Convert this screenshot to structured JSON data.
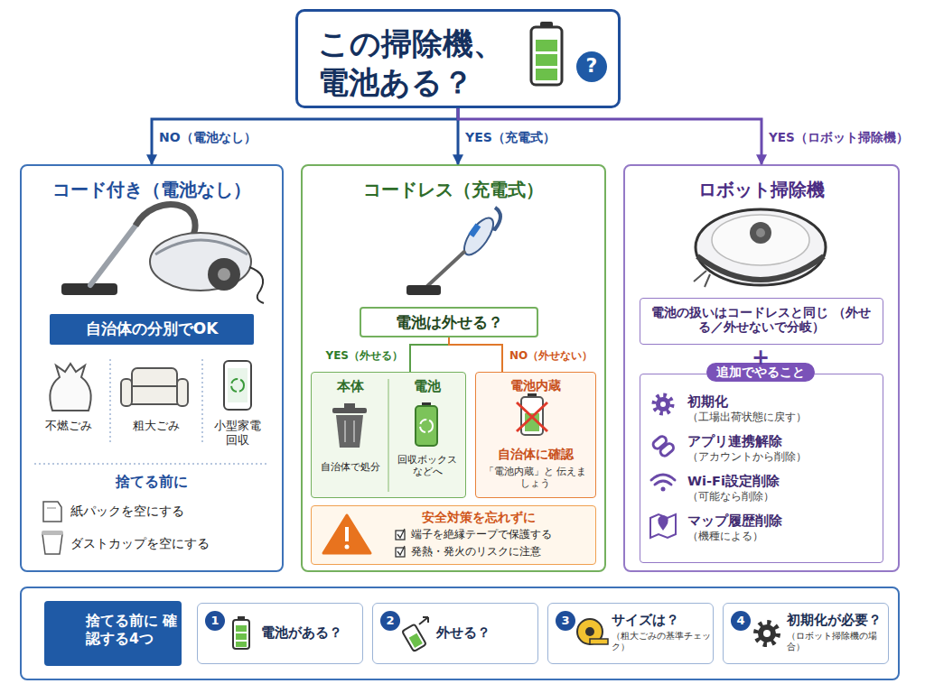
{
  "diagram": {
    "nodes": [
      {
        "text": [
          "この掃除機、 電池ある？"
        ]
      },
      {
        "text": [
          "コード付き（電池なし）"
        ]
      },
      {
        "text": [
          "自治体の分別でOK"
        ],
        "in": 1
      },
      {
        "text": [
          "コードレス（充電式）"
        ]
      },
      {
        "text": [
          "電池は外せる？"
        ],
        "in": 3
      },
      {
        "text": [
          "本体",
          "自治体で処分",
          "電池",
          "回収ボックス などへ"
        ],
        "in": 3
      },
      {
        "text": [
          "電池内蔵",
          "自治体に確認",
          "「電池内蔵」と 伝えましょう"
        ],
        "in": 3
      },
      {
        "text": [
          "安全対策を忘れずに",
          "端子を絶縁テープで保護する",
          "発熱・発火のリスクに注意"
        ],
        "in": 3
      },
      {
        "text": [
          "ロボット掃除機"
        ]
      },
      {
        "text": [
          "電池の扱いはコードレスと同じ （外せる／外せないで分岐）"
        ],
        "in": 8
      },
      {
        "text": [
          "追加でやること",
          "初期化",
          "（工場出荷状態に戻す）",
          "アプリ連携解除",
          "（アカウントから削除）",
          "Wi-Fi設定削除",
          "（可能なら削除）",
          "マップ履歴削除",
          "（機種による）"
        ],
        "in": 8
      },
      {
        "text": [
          "捨てる前に 確認する4つ"
        ]
      },
      {
        "text": [
          "1",
          "電池がある？"
        ],
        "in": 11
      },
      {
        "text": [
          "2",
          "外せる？"
        ],
        "in": 11
      },
      {
        "text": [
          "3",
          "サイズは？",
          "（粗大ごみの基準チェック）"
        ],
        "in": 11
      },
      {
        "text": [
          "4",
          "初期化が必要？",
          "（ロボット掃除機の場合）"
        ],
        "in": 11
      }
    ],
    "edges": [
      {
        "from": 0,
        "to": 1,
        "label": "NO（電池なし）",
        "arrow": "to"
      },
      {
        "from": 0,
        "to": 3,
        "label": "YES（充電式）",
        "arrow": "to"
      },
      {
        "from": 0,
        "to": 8,
        "label": "YES（ロボット掃除機）",
        "arrow": "to"
      },
      {
        "from": 4,
        "to": 5,
        "label": "YES（外せる）",
        "arrow": "none"
      },
      {
        "from": 4,
        "to": 6,
        "label": "NO（外せない）",
        "arrow": "none"
      }
    ],
    "labels": [
      "?",
      "不燃ごみ",
      "粗大ごみ",
      "小型家電 回収",
      "捨てる前に",
      "紙パックを空にする",
      "ダストカップを空にする",
      "+"
    ]
  }
}
